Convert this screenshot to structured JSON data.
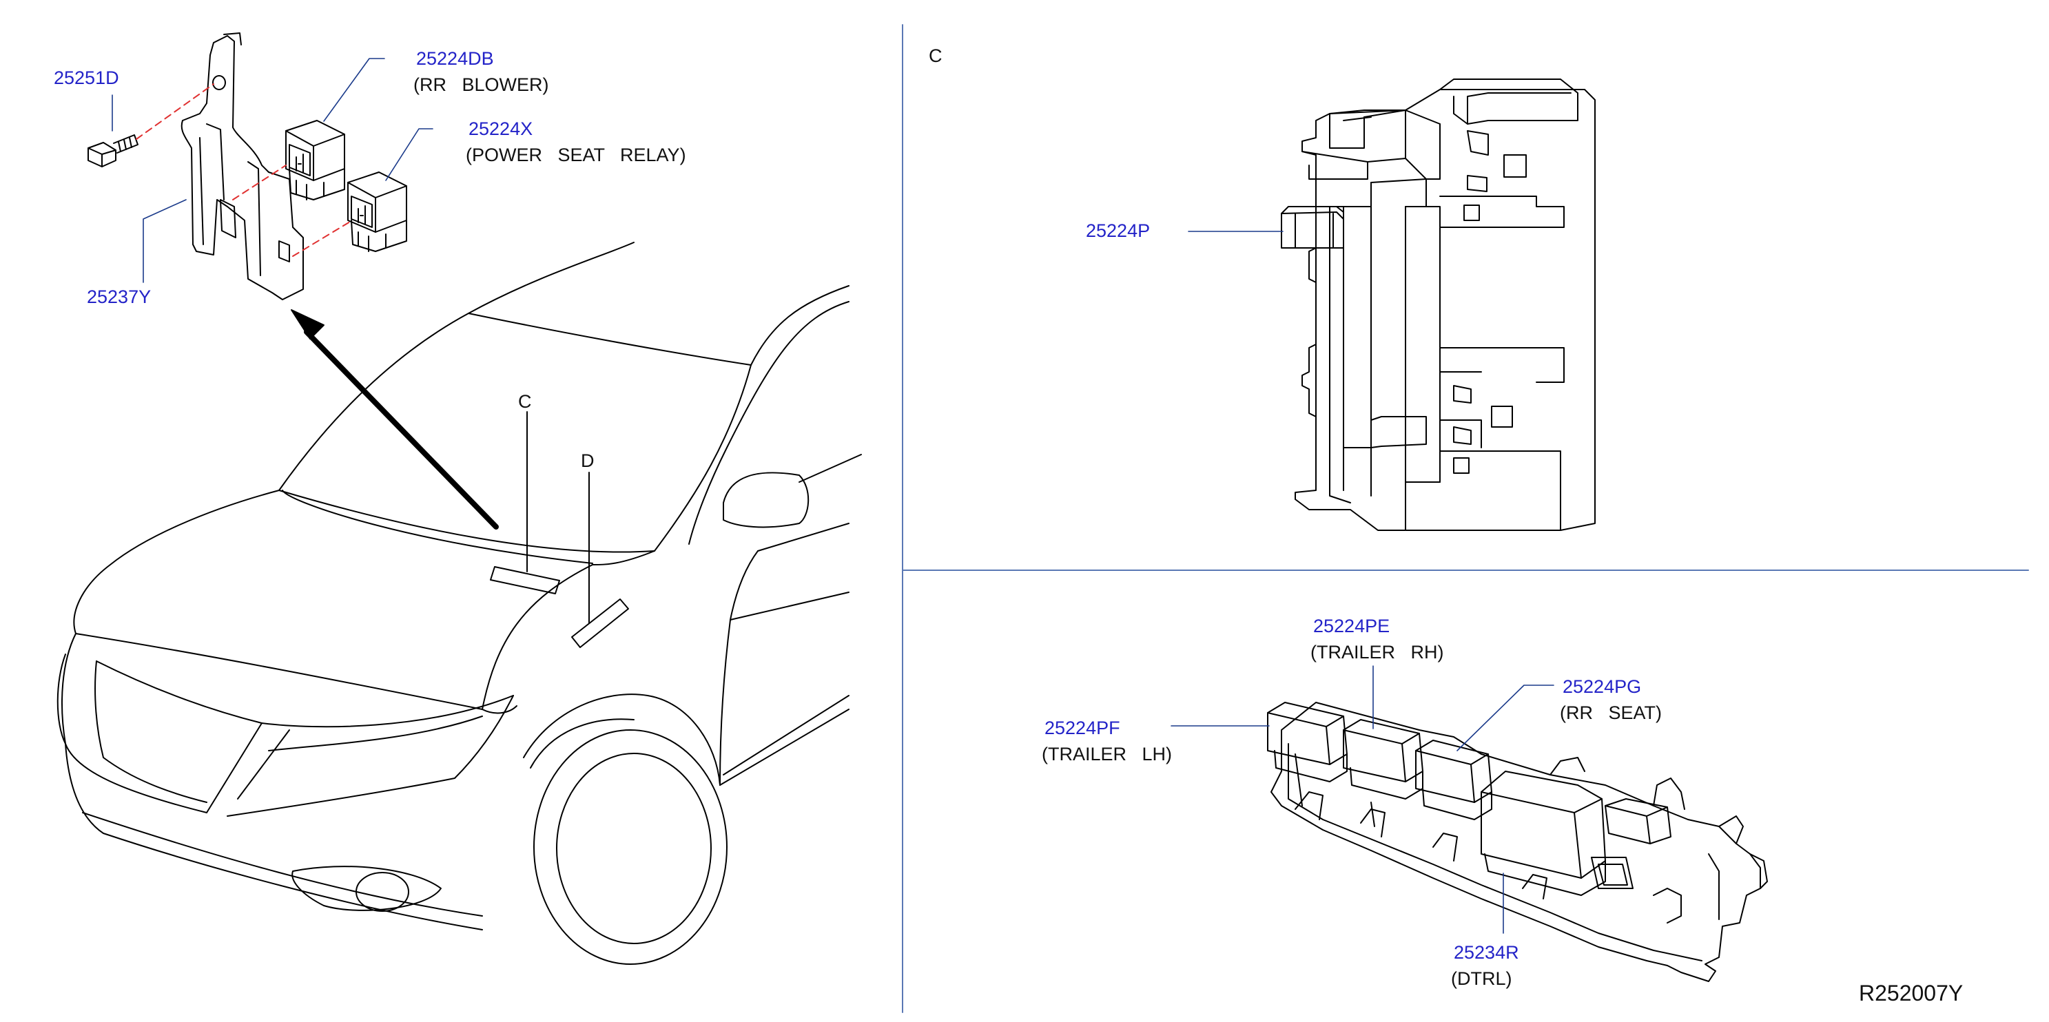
{
  "diagram": {
    "code": "R252007Y",
    "colors": {
      "part_number": "#2323c8",
      "line": "#000000",
      "divider": "#5a78b4",
      "dashed": "#e03030"
    },
    "view_labels": {
      "c_car": "C",
      "d_car": "D",
      "c_panel": "C"
    },
    "callouts": {
      "p25251d": {
        "part": "25251D"
      },
      "p25224db": {
        "part": "25224DB",
        "desc": "(RR   BLOWER)"
      },
      "p25224x": {
        "part": "25224X",
        "desc": "(POWER   SEAT   RELAY)"
      },
      "p25237y": {
        "part": "25237Y"
      },
      "p25224p": {
        "part": "25224P"
      },
      "p25224pe": {
        "part": "25224PE",
        "desc": "(TRAILER   RH)"
      },
      "p25224pg": {
        "part": "25224PG",
        "desc": "(RR   SEAT)"
      },
      "p25224pf": {
        "part": "25224PF",
        "desc": "(TRAILER   LH)"
      },
      "p25234r": {
        "part": "25234R",
        "desc": "(DTRL)"
      }
    }
  }
}
